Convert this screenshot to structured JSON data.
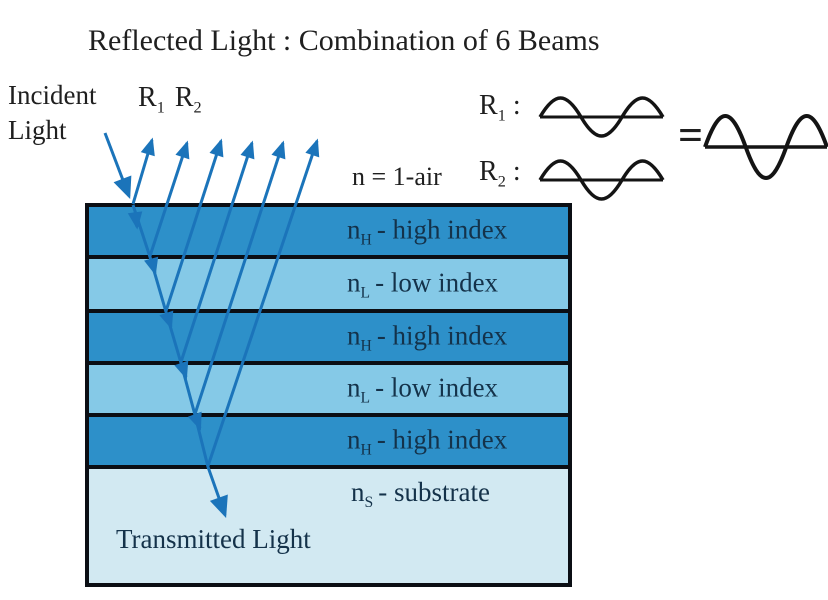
{
  "title": "Reflected Light : Combination of 6 Beams",
  "labels": {
    "incident": "Incident Light",
    "transmitted": "Transmitted Light",
    "air": "n = 1-air",
    "equals": "="
  },
  "reflected_beam_labels": {
    "r1": {
      "base": "R",
      "sub": "1"
    },
    "r2": {
      "base": "R",
      "sub": "2"
    }
  },
  "wave_rows": {
    "r1": {
      "base": "R",
      "sub": "1",
      "colon": ":"
    },
    "r2": {
      "base": "R",
      "sub": "2",
      "colon": ":"
    }
  },
  "layers": [
    {
      "base": "n",
      "sub": "H",
      "desc": "- high index",
      "type": "high"
    },
    {
      "base": "n",
      "sub": "L",
      "desc": "- low index",
      "type": "low"
    },
    {
      "base": "n",
      "sub": "H",
      "desc": "- high index",
      "type": "high"
    },
    {
      "base": "n",
      "sub": "L",
      "desc": "- low index",
      "type": "low"
    },
    {
      "base": "n",
      "sub": "H",
      "desc": "- high index",
      "type": "high"
    },
    {
      "base": "n",
      "sub": "S",
      "desc": "- substrate",
      "type": "substrate"
    }
  ],
  "colors": {
    "high_index_layer": "#2d90c9",
    "low_index_layer": "#85c9e7",
    "substrate_layer": "#d2e9f2",
    "beam_blue": "#1b74ba",
    "border_black": "#0b0e14",
    "layer_text": "#14324a",
    "wave_stroke": "#141414"
  }
}
